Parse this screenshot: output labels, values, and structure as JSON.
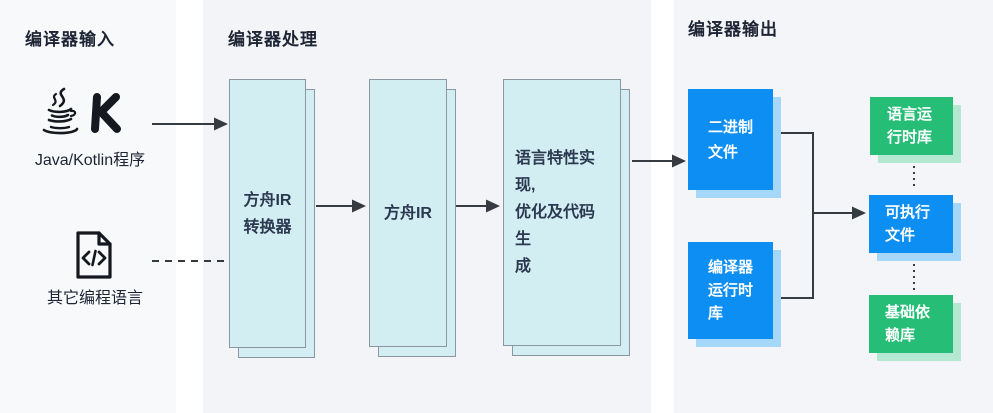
{
  "sections": {
    "input": {
      "title": "编译器输入",
      "java_kotlin_label": "Java/Kotlin程序",
      "other_language_label": "其它编程语言",
      "icons": [
        "java-coffee-icon",
        "kotlin-k-icon",
        "code-file-icon"
      ]
    },
    "process": {
      "title": "编译器处理",
      "nodes": [
        {
          "lines": [
            "方舟IR",
            "转换器"
          ]
        },
        {
          "lines": [
            "方舟IR"
          ]
        },
        {
          "lines": [
            "语言特性实现,",
            "优化及代码生",
            "成"
          ]
        }
      ]
    },
    "output": {
      "title": "编译器输出",
      "nodes": [
        {
          "lines": [
            "二进制",
            "文件"
          ],
          "color": "blue"
        },
        {
          "lines": [
            "编译器",
            "运行时",
            "库"
          ],
          "color": "blue"
        },
        {
          "lines": [
            "语言运",
            "行时库"
          ],
          "color": "green"
        },
        {
          "lines": [
            "可执行",
            "文件"
          ],
          "color": "blue"
        },
        {
          "lines": [
            "基础依",
            "赖库"
          ],
          "color": "green"
        }
      ]
    }
  },
  "colors": {
    "blue_node": "#0d8ef2",
    "blue_node_shadow": "#a5d7f8",
    "green_node": "#26be76",
    "green_node_shadow": "#b5e8d0",
    "process_node_fill": "#d3eef2",
    "process_node_border": "#8a97a3",
    "panel_input_bg": "#f8f9fb",
    "panel_process_bg": "#f2f4f7",
    "panel_output_bg": "#f4f5f8",
    "wire": "#363b42",
    "text_dark": "#1d2433"
  }
}
